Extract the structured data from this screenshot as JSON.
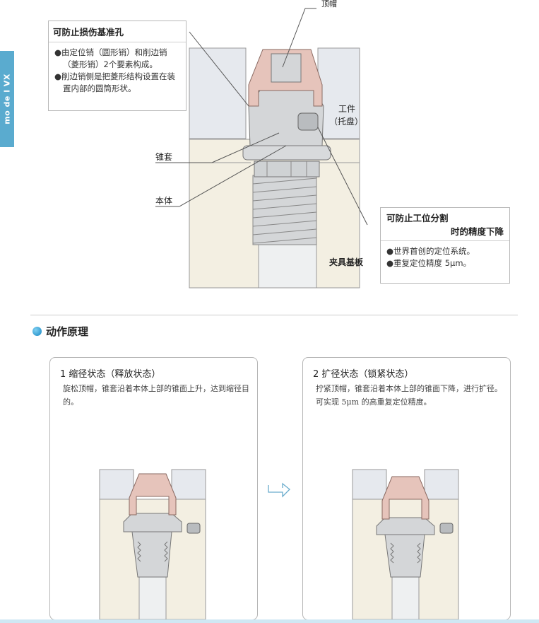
{
  "sidebar": {
    "tab_label": "mo de l VX"
  },
  "diagram": {
    "callout_top_left": {
      "title": "可防止损伤基准孔",
      "bullets": [
        "●由定位销（圆形销）和削边销（菱形销）2个要素构成。",
        "●削边销侧是把菱形结构设置在装置内部的圆筒形状。"
      ]
    },
    "callout_bottom_right": {
      "title_line1": "可防止工位分割",
      "title_line2": "时的精度下降",
      "bullets": [
        "●世界首创的定位系统。",
        "●重复定位精度 5μm。"
      ]
    },
    "labels": {
      "cap": "顶帽",
      "workpiece_line1": "工件",
      "workpiece_line2": "（托盘）",
      "cone_sleeve": "锥套",
      "body": "本体",
      "fixture_plate": "夹具基板"
    }
  },
  "section": {
    "title": "动作原理"
  },
  "panels": [
    {
      "title": "1  缩径状态（释放状态）",
      "description": "旋松顶帽，锥套沿着本体上部的锥面上升，达到缩径目的。"
    },
    {
      "title": "2  扩径状态（锁紧状态）",
      "description": "拧紧顶帽，锥套沿着本体上部的锥面下降，进行扩径。可实现 5μm 的高重复定位精度。"
    }
  ],
  "colors": {
    "accent": "#5aabcf",
    "cap_pink": "#e6c4bb",
    "metal": "#d4d6d8",
    "workpiece": "#e6e9ee",
    "base": "#f3efe2"
  }
}
